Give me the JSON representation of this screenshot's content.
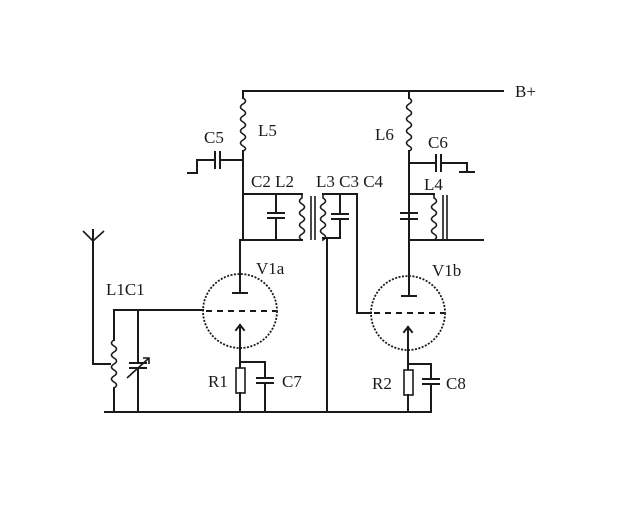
{
  "diagram": {
    "type": "electronic-schematic",
    "description": "Two-stage vacuum tube RF amplifier / regenerative receiver circuit",
    "labels": {
      "supply": "B+",
      "L1C1": "L1C1",
      "C2L2": "C2 L2",
      "L3C3C4": "L3 C3 C4",
      "L4": "L4",
      "L5": "L5",
      "L6": "L6",
      "C5": "C5",
      "C6": "C6",
      "C7": "C7",
      "C8": "C8",
      "R1": "R1",
      "R2": "R2",
      "V1a": "V1a",
      "V1b": "V1b"
    },
    "components": [
      {
        "id": "L1",
        "kind": "tapped-inductor"
      },
      {
        "id": "C1",
        "kind": "variable-capacitor"
      },
      {
        "id": "V1a",
        "kind": "triode"
      },
      {
        "id": "V1b",
        "kind": "triode"
      },
      {
        "id": "L2",
        "kind": "inductor"
      },
      {
        "id": "L3",
        "kind": "inductor"
      },
      {
        "id": "L4",
        "kind": "inductor"
      },
      {
        "id": "L5",
        "kind": "rf-choke"
      },
      {
        "id": "L6",
        "kind": "rf-choke"
      },
      {
        "id": "C2",
        "kind": "capacitor"
      },
      {
        "id": "C3",
        "kind": "capacitor"
      },
      {
        "id": "C4",
        "kind": "capacitor"
      },
      {
        "id": "C5",
        "kind": "bypass-capacitor"
      },
      {
        "id": "C6",
        "kind": "bypass-capacitor"
      },
      {
        "id": "C7",
        "kind": "cathode-bypass-capacitor"
      },
      {
        "id": "C8",
        "kind": "cathode-bypass-capacitor"
      },
      {
        "id": "R1",
        "kind": "cathode-resistor"
      },
      {
        "id": "R2",
        "kind": "cathode-resistor"
      },
      {
        "id": "antenna",
        "kind": "antenna"
      }
    ]
  }
}
